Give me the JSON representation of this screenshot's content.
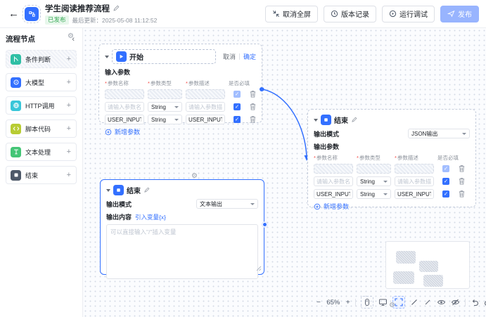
{
  "header": {
    "title": "学生阅读推荐流程",
    "status_badge": "已发布",
    "last_updated": "最后更新：2025-05-08 11:12:52",
    "actions": {
      "exit_fullscreen": "取消全屏",
      "version_history": "版本记录",
      "run_debug": "运行调试",
      "publish": "发布"
    }
  },
  "sidebar": {
    "title": "流程节点",
    "items": [
      {
        "label": "条件判断",
        "color": "#2fbfa5"
      },
      {
        "label": "大模型",
        "color": "#3370ff"
      },
      {
        "label": "HTTP调用",
        "color": "#38c6d9"
      },
      {
        "label": "脚本代码",
        "color": "#b8cc33"
      },
      {
        "label": "文本处理",
        "color": "#44c576"
      },
      {
        "label": "结束",
        "color": "#4e5969"
      }
    ],
    "add_label": "+"
  },
  "start_node": {
    "title": "开始",
    "cancel_label": "取消",
    "confirm_label": "确定",
    "section_title": "输入参数",
    "columns": {
      "name": "参数名称",
      "type": "参数类型",
      "desc": "参数描述",
      "required": "是否必填"
    },
    "row_placeholder": {
      "name_placeholder": "请输入参数名称",
      "type": "String",
      "desc_placeholder": "请输入参数描述"
    },
    "row_value": {
      "name": "USER_INPUT",
      "type": "String",
      "desc": "USER_INPUT"
    },
    "add_param_label": "新增参数"
  },
  "end_node_right": {
    "title": "结束",
    "output_mode_label": "输出模式",
    "output_mode_value": "JSON输出",
    "section_title": "输出参数",
    "columns": {
      "name": "参数名称",
      "type": "参数类型",
      "desc": "参数描述",
      "required": "是否必填"
    },
    "row_placeholder": {
      "name_placeholder": "请输入参数名称",
      "type": "String",
      "desc_placeholder": "请输入参数描述"
    },
    "row_value": {
      "name": "USER_INPUT",
      "type": "String",
      "desc": "USER_INPUT"
    },
    "add_param_label": "新增参数"
  },
  "end_node_selected": {
    "title": "结束",
    "output_mode_label": "输出模式",
    "output_mode_value": "文本输出",
    "output_content_label": "输出内容",
    "insert_variable_label": "引入变量{x}",
    "content_placeholder": "可以直接输入\"/\"插入变量"
  },
  "toolbar": {
    "zoom_out": "−",
    "zoom_level": "65%",
    "zoom_in": "+"
  },
  "icons": {
    "back": "←",
    "collapse_sidebar": "‹",
    "check": "✓",
    "gear_cursor": "⚙",
    "required_mark": "*"
  },
  "colors": {
    "primary": "#3370ff",
    "publish_button": "#98b4fe",
    "badge_green_bg": "#e8f7ec",
    "badge_green_text": "#34a853",
    "canvas_dot": "#d6dbe7",
    "node_border_dashed": "#c6cedd"
  }
}
